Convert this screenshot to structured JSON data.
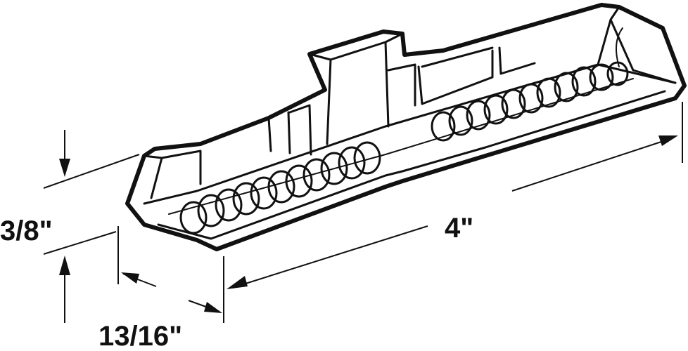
{
  "dimensions": {
    "length": "4\"",
    "height": "3/8\"",
    "width": "13/16\""
  },
  "colors": {
    "line": "#111111",
    "background": "#ffffff"
  }
}
